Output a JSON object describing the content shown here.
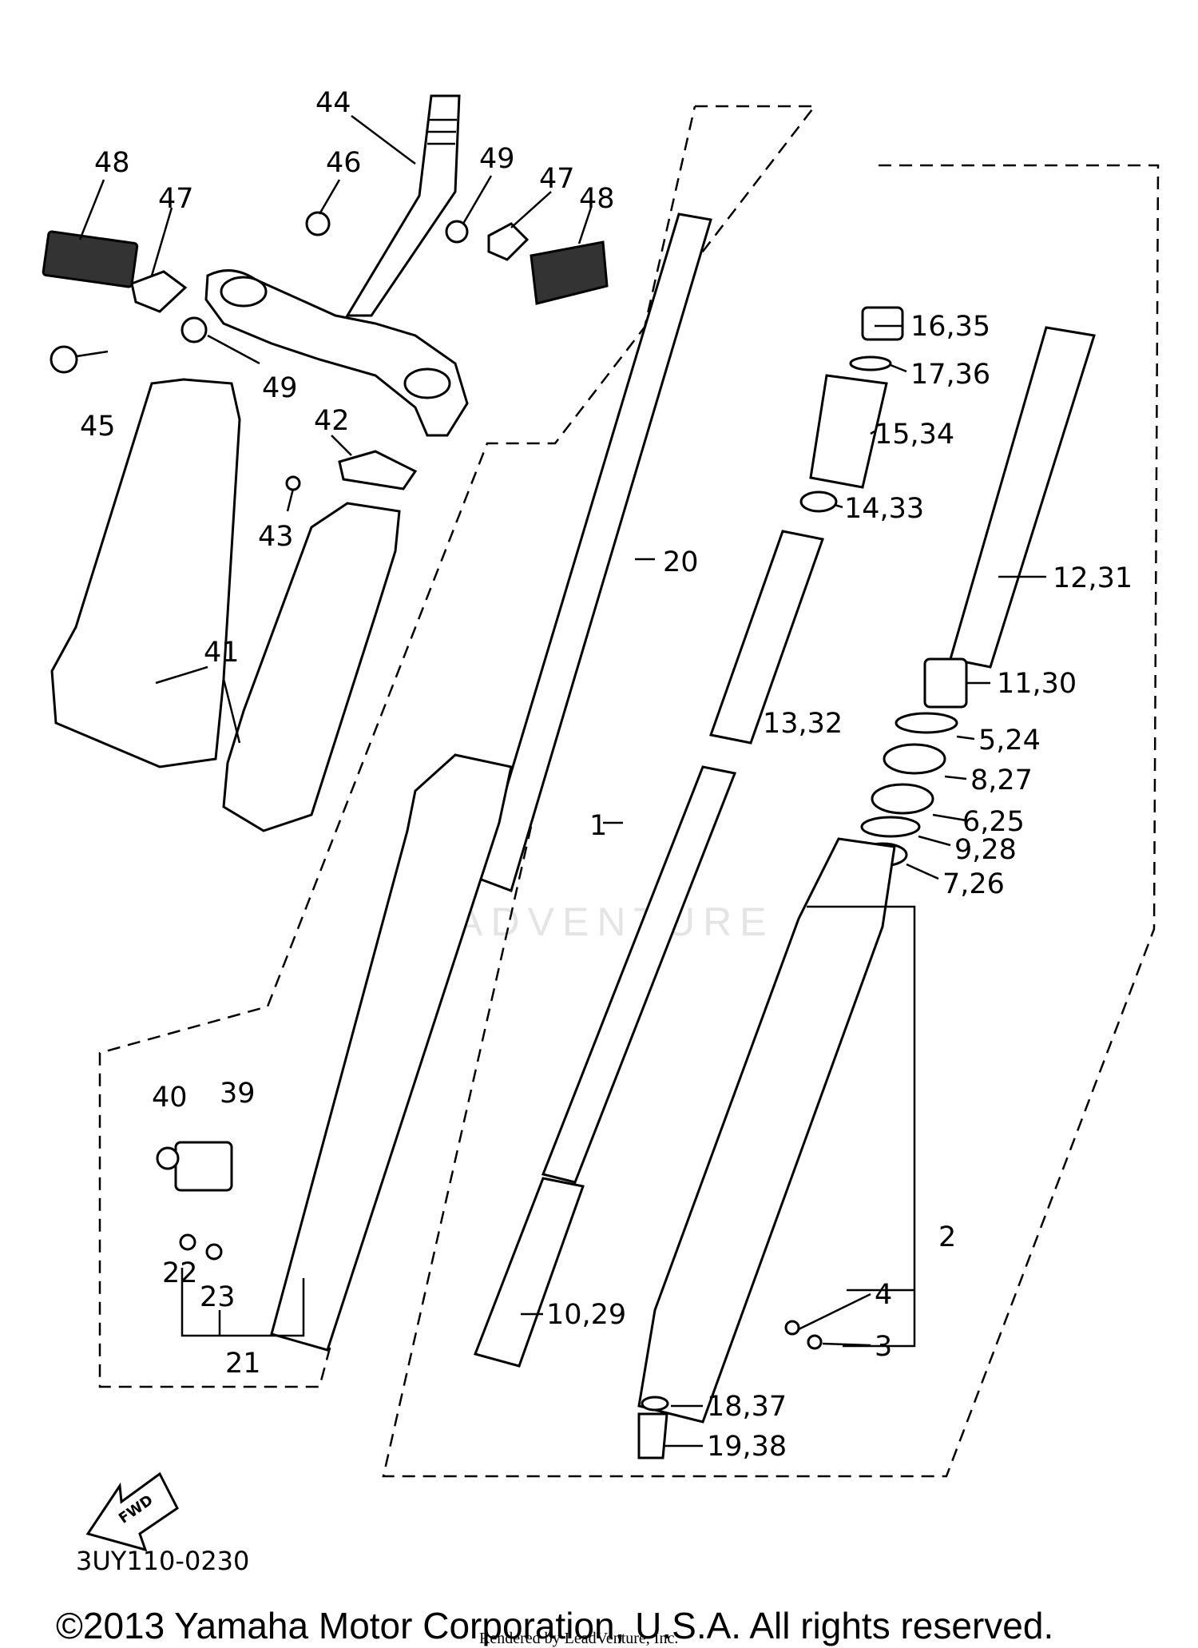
{
  "labels": {
    "p44": "44",
    "p48a": "48",
    "p47a": "47",
    "p46": "46",
    "p49a": "49",
    "p47b": "47",
    "p48b": "48",
    "p49b": "49",
    "p45": "45",
    "p42": "42",
    "p43": "43",
    "p41": "41",
    "p20": "20",
    "p1": "1",
    "p16": "16,35",
    "p17": "17,36",
    "p15": "15,34",
    "p14": "14,33",
    "p12": "12,31",
    "p13": "13,32",
    "p11": "11,30",
    "p5": "5,24",
    "p8": "8,27",
    "p6": "6,25",
    "p9": "9,28",
    "p7": "7,26",
    "p40": "40",
    "p39": "39",
    "p22": "22",
    "p23": "23",
    "p21": "21",
    "p10": "10,29",
    "p2": "2",
    "p4": "4",
    "p3": "3",
    "p18": "18,37",
    "p19": "19,38"
  },
  "fwd_label": "FWD",
  "diagram_code": "3UY110-0230",
  "copyright": "©2013 Yamaha Motor Corporation, U.S.A. All rights reserved.",
  "rendered_by": "Rendered by LeadVenture, Inc.",
  "watermark": "LEADVENTURE"
}
